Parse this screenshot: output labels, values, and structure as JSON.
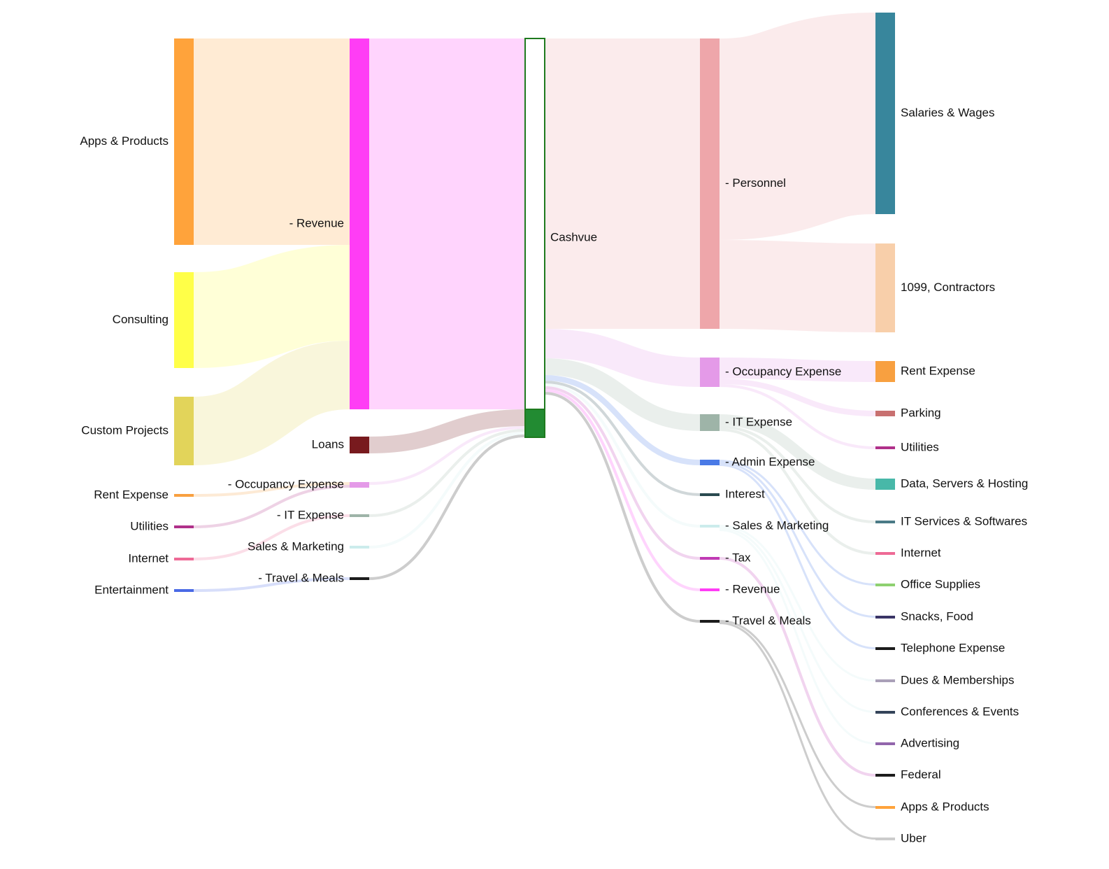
{
  "chart_data": {
    "type": "sankey",
    "title": "",
    "colors": {
      "cashvue_stroke": "#1e7a1e",
      "cashvue_fill": "#ffffff",
      "loans_fill": "#228b32"
    },
    "nodes": [
      {
        "id": "apps_products_in",
        "label": "Apps & Products",
        "column": 0,
        "color": "#ffa33b"
      },
      {
        "id": "consulting",
        "label": "Consulting",
        "column": 0,
        "color": "#ffff48"
      },
      {
        "id": "custom_projects",
        "label": "Custom Projects",
        "column": 0,
        "color": "#e2d45a"
      },
      {
        "id": "rent_expense_in",
        "label": "Rent Expense",
        "column": 0,
        "color": "#f8a040"
      },
      {
        "id": "utilities_in",
        "label": "Utilities",
        "column": 0,
        "color": "#b0308a"
      },
      {
        "id": "internet_in",
        "label": "Internet",
        "column": 0,
        "color": "#ee6a96"
      },
      {
        "id": "entertainment",
        "label": "Entertainment",
        "column": 0,
        "color": "#4a6ae6"
      },
      {
        "id": "revenue_in",
        "label": "- Revenue",
        "column": 1,
        "color": "#ff3df5"
      },
      {
        "id": "loans",
        "label": "Loans",
        "column": 1,
        "color": "#781a1e"
      },
      {
        "id": "occupancy_in",
        "label": "- Occupancy Expense",
        "column": 1,
        "color": "#e49ae8"
      },
      {
        "id": "it_expense_in",
        "label": "- IT Expense",
        "column": 1,
        "color": "#9eb4a8"
      },
      {
        "id": "sales_marketing_in",
        "label": "Sales & Marketing",
        "column": 1,
        "color": "#ccecec"
      },
      {
        "id": "travel_meals_in",
        "label": "- Travel & Meals",
        "column": 1,
        "color": "#1c1c1c"
      },
      {
        "id": "cashvue",
        "label": "Cashvue",
        "column": 2,
        "color": "#ffffff"
      },
      {
        "id": "personnel",
        "label": "- Personnel",
        "column": 3,
        "color": "#eea6aa"
      },
      {
        "id": "occupancy_out",
        "label": "- Occupancy Expense",
        "column": 3,
        "color": "#e49ae8"
      },
      {
        "id": "it_expense_out",
        "label": "- IT Expense",
        "column": 3,
        "color": "#9eb4a8"
      },
      {
        "id": "admin_expense",
        "label": "- Admin Expense",
        "column": 3,
        "color": "#4a7ae6"
      },
      {
        "id": "interest",
        "label": "Interest",
        "column": 3,
        "color": "#2a4a50"
      },
      {
        "id": "sales_marketing_out",
        "label": "- Sales & Marketing",
        "column": 3,
        "color": "#ccecec"
      },
      {
        "id": "tax",
        "label": "- Tax",
        "column": 3,
        "color": "#c03ab4"
      },
      {
        "id": "revenue_out",
        "label": "- Revenue",
        "column": 3,
        "color": "#ff3df5"
      },
      {
        "id": "travel_meals_out",
        "label": "- Travel & Meals",
        "column": 3,
        "color": "#1c1c1c"
      },
      {
        "id": "salaries_wages",
        "label": "Salaries & Wages",
        "column": 4,
        "color": "#38869c"
      },
      {
        "id": "contractors_1099",
        "label": "1099, Contractors",
        "column": 4,
        "color": "#f8cfaa"
      },
      {
        "id": "rent_expense_out",
        "label": "Rent Expense",
        "column": 4,
        "color": "#f8a040"
      },
      {
        "id": "parking",
        "label": "Parking",
        "column": 4,
        "color": "#c87070"
      },
      {
        "id": "utilities_out",
        "label": "Utilities",
        "column": 4,
        "color": "#b0308a"
      },
      {
        "id": "data_servers",
        "label": "Data, Servers & Hosting",
        "column": 4,
        "color": "#48b8a8"
      },
      {
        "id": "it_services",
        "label": "IT Services & Softwares",
        "column": 4,
        "color": "#4a7a86"
      },
      {
        "id": "internet_out",
        "label": "Internet",
        "column": 4,
        "color": "#ee6a96"
      },
      {
        "id": "office_supplies",
        "label": "Office Supplies",
        "column": 4,
        "color": "#8ed070"
      },
      {
        "id": "snacks_food",
        "label": "Snacks, Food",
        "column": 4,
        "color": "#3a3466"
      },
      {
        "id": "telephone",
        "label": "Telephone Expense",
        "column": 4,
        "color": "#1c1c1c"
      },
      {
        "id": "dues_memberships",
        "label": "Dues & Memberships",
        "column": 4,
        "color": "#aaa0b8"
      },
      {
        "id": "conferences",
        "label": "Conferences & Events",
        "column": 4,
        "color": "#34445a"
      },
      {
        "id": "advertising",
        "label": "Advertising",
        "column": 4,
        "color": "#9266ac"
      },
      {
        "id": "federal",
        "label": "Federal",
        "column": 4,
        "color": "#1c1c1c"
      },
      {
        "id": "apps_products_out",
        "label": "Apps & Products",
        "column": 4,
        "color": "#ffa33b"
      },
      {
        "id": "uber",
        "label": "Uber",
        "column": 4,
        "color": "#cccccc"
      }
    ],
    "links": [
      {
        "source": "apps_products_in",
        "target": "revenue_in",
        "value": 295
      },
      {
        "source": "consulting",
        "target": "revenue_in",
        "value": 137
      },
      {
        "source": "custom_projects",
        "target": "revenue_in",
        "value": 98
      },
      {
        "source": "rent_expense_in",
        "target": "occupancy_in",
        "value": 4
      },
      {
        "source": "utilities_in",
        "target": "occupancy_in",
        "value": 4
      },
      {
        "source": "internet_in",
        "target": "it_expense_in",
        "value": 4
      },
      {
        "source": "entertainment",
        "target": "travel_meals_in",
        "value": 4
      },
      {
        "source": "revenue_in",
        "target": "cashvue",
        "value": 530
      },
      {
        "source": "loans",
        "target": "cashvue",
        "value": 24
      },
      {
        "source": "occupancy_in",
        "target": "cashvue",
        "value": 4
      },
      {
        "source": "it_expense_in",
        "target": "cashvue",
        "value": 4
      },
      {
        "source": "sales_marketing_in",
        "target": "cashvue",
        "value": 4
      },
      {
        "source": "travel_meals_in",
        "target": "cashvue",
        "value": 4
      },
      {
        "source": "cashvue",
        "target": "personnel",
        "value": 415
      },
      {
        "source": "cashvue",
        "target": "occupancy_out",
        "value": 42
      },
      {
        "source": "cashvue",
        "target": "it_expense_out",
        "value": 24
      },
      {
        "source": "cashvue",
        "target": "admin_expense",
        "value": 8
      },
      {
        "source": "cashvue",
        "target": "interest",
        "value": 4
      },
      {
        "source": "cashvue",
        "target": "sales_marketing_out",
        "value": 4
      },
      {
        "source": "cashvue",
        "target": "tax",
        "value": 4
      },
      {
        "source": "cashvue",
        "target": "revenue_out",
        "value": 4
      },
      {
        "source": "cashvue",
        "target": "travel_meals_out",
        "value": 4
      },
      {
        "source": "personnel",
        "target": "salaries_wages",
        "value": 288
      },
      {
        "source": "personnel",
        "target": "contractors_1099",
        "value": 127
      },
      {
        "source": "occupancy_out",
        "target": "rent_expense_out",
        "value": 30
      },
      {
        "source": "occupancy_out",
        "target": "parking",
        "value": 8
      },
      {
        "source": "occupancy_out",
        "target": "utilities_out",
        "value": 4
      },
      {
        "source": "it_expense_out",
        "target": "data_servers",
        "value": 16
      },
      {
        "source": "it_expense_out",
        "target": "it_services",
        "value": 4
      },
      {
        "source": "it_expense_out",
        "target": "internet_out",
        "value": 4
      },
      {
        "source": "admin_expense",
        "target": "office_supplies",
        "value": 3
      },
      {
        "source": "admin_expense",
        "target": "snacks_food",
        "value": 3
      },
      {
        "source": "admin_expense",
        "target": "telephone",
        "value": 2
      },
      {
        "source": "sales_marketing_out",
        "target": "dues_memberships",
        "value": 2
      },
      {
        "source": "sales_marketing_out",
        "target": "conferences",
        "value": 1
      },
      {
        "source": "sales_marketing_out",
        "target": "advertising",
        "value": 1
      },
      {
        "source": "tax",
        "target": "federal",
        "value": 4
      },
      {
        "source": "travel_meals_out",
        "target": "apps_products_out",
        "value": 2
      },
      {
        "source": "travel_meals_out",
        "target": "uber",
        "value": 2
      }
    ]
  }
}
